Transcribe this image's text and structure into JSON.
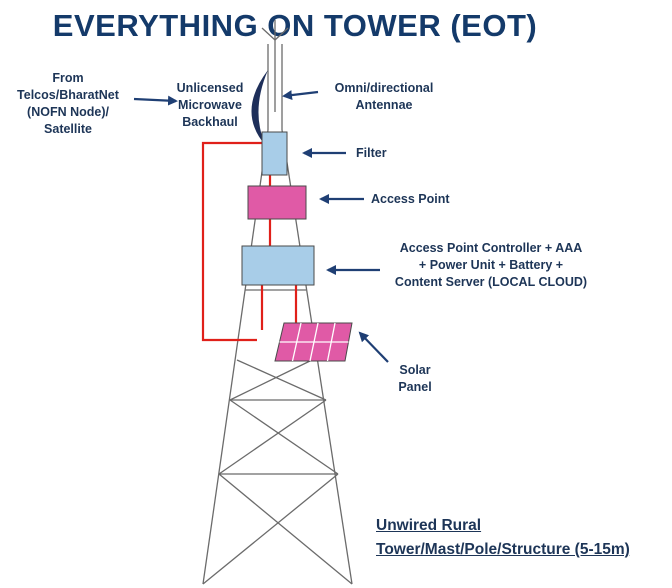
{
  "title": "EVERYTHING ON TOWER (EOT)",
  "labels": {
    "source": [
      "From",
      "Telcos/BharatNet",
      "(NOFN Node)/",
      "Satellite"
    ],
    "backhaul": [
      "Unlicensed",
      "Microwave",
      "Backhaul"
    ],
    "antenna": [
      "Omni/directional",
      "Antennae"
    ],
    "filter": "Filter",
    "access_point": "Access Point",
    "controller": [
      "Access Point Controller + AAA",
      "+ Power Unit + Battery +",
      "Content Server (LOCAL CLOUD)"
    ],
    "solar": [
      "Solar",
      "Panel"
    ]
  },
  "footer": [
    "Unwired Rural",
    "Tower/Mast/Pole/Structure (5-15m)"
  ],
  "colors": {
    "title": "#143a6a",
    "text": "#1d3557",
    "arrow": "#1f3f74",
    "tower": "#6b6b6b",
    "wire": "#e0201a",
    "box_blue": "#a8cde8",
    "box_pink": "#e05aa6",
    "dish": "#1e2f5a"
  },
  "icons": [
    "microwave-dish-icon",
    "antenna-icon",
    "solar-panel-icon"
  ]
}
